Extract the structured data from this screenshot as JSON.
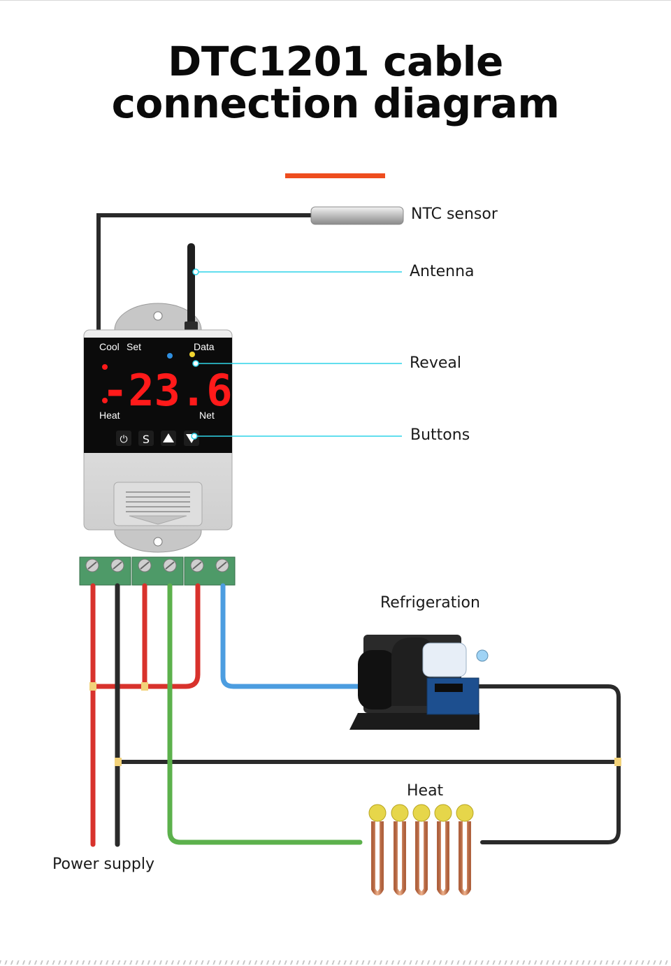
{
  "title": {
    "line1": "DTC1201 cable",
    "line2": "connection diagram"
  },
  "colors": {
    "accent": "#ee4d1e",
    "callout": "#2fd4e8",
    "wire_red": "#d8322c",
    "wire_black": "#2a2a2a",
    "wire_green": "#5cb14c",
    "wire_blue": "#4c9de0",
    "terminal": "#4e9a68",
    "lcd_red": "#ff1a1a"
  },
  "labels": {
    "ntc_sensor": "NTC sensor",
    "antenna": "Antenna",
    "reveal": "Reveal",
    "buttons": "Buttons",
    "refrigeration": "Refrigeration",
    "heat": "Heat",
    "power_supply": "Power supply"
  },
  "device": {
    "cool": "Cool",
    "set": "Set",
    "data": "Data",
    "heat": "Heat",
    "net": "Net",
    "reading": "-23.6",
    "button_icons": [
      "power-icon",
      "s-icon",
      "up-arrow-icon",
      "down-arrow-icon"
    ],
    "button_s": "S"
  }
}
